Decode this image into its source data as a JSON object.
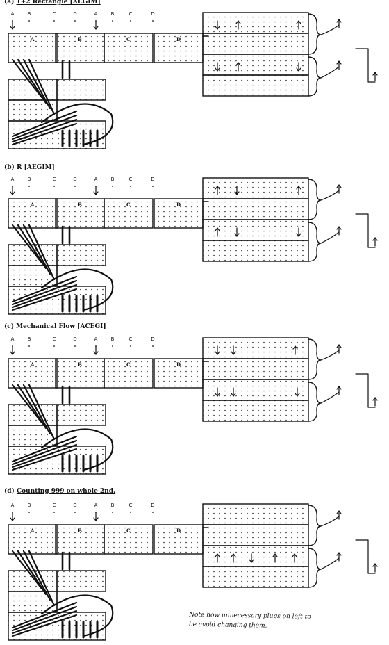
{
  "panels": [
    {
      "title_prefix": "(a)",
      "title_main": "1+2 Rectangle [AEGIM]",
      "title_suffix": "",
      "top_letters": [
        "A",
        "B",
        "C",
        "D",
        "A",
        "B",
        "C",
        "D"
      ],
      "block_labels": [
        "A",
        "B",
        "C",
        "D"
      ]
    },
    {
      "title_prefix": "(b)",
      "title_main": "R",
      "title_suffix": "[AEGIM]",
      "top_letters": [
        "A",
        "B",
        "C",
        "D",
        "A",
        "B",
        "C",
        "D"
      ],
      "block_labels": [
        "A",
        "B",
        "C",
        "D"
      ]
    },
    {
      "title_prefix": "(c)",
      "title_main": "Mechanical Flow",
      "title_suffix": "[ACEGI]",
      "top_letters": [
        "A",
        "B",
        "C",
        "D",
        "A",
        "B",
        "C",
        "D"
      ],
      "block_labels": [
        "A",
        "B",
        "C",
        "D"
      ]
    },
    {
      "title_prefix": "(d)",
      "title_main": "Counting 999 on whole 2nd.",
      "title_suffix": "",
      "top_letters": [
        "A",
        "B",
        "C",
        "D",
        "A",
        "B",
        "C",
        "D"
      ],
      "block_labels": [
        "A",
        "B",
        "C",
        "D"
      ]
    }
  ],
  "note": {
    "line1": "Note how unnecessary plugs on left to",
    "line2": "be avoid changing them."
  }
}
